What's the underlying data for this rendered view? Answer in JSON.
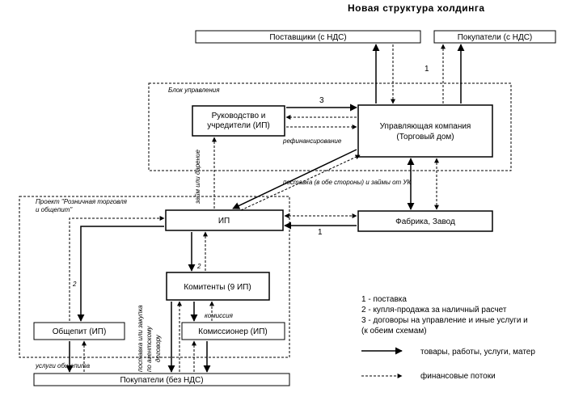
{
  "title": "Новая структура холдинга",
  "nodes": {
    "suppliers": "Поставщики (с НДС)",
    "buyers_vat": "Покупатели (с НДС)",
    "management": "Руководство и учредители (ИП)",
    "management_l1": "Руководство и",
    "management_l2": "учредители (ИП)",
    "mgmt_company_l1": "Управляющая компания",
    "mgmt_company_l2": "(Торговый дом)",
    "ip": "ИП",
    "factory": "Фабрика, Завод",
    "consignors": "Комитенты (9 ИП)",
    "catering": "Общепит (ИП)",
    "commission_agent": "Комиссионер (ИП)",
    "buyers_novat": "Покупатели (без НДС)"
  },
  "regions": {
    "management_block": "Блок управления",
    "project_l1": "Проект \"Розничная торговля",
    "project_l2": "и общепит\""
  },
  "edge_labels": {
    "n1_top": "1",
    "n3": "3",
    "refinancing": "рефинансирование",
    "loans_vertical": "займ или дарение",
    "supply_loans": "поставка (в обе стороны) и займы от УК",
    "n1_mid": "1",
    "n2_left": "2",
    "n2_mid": "2",
    "commission": "комиссия",
    "supply_purchase_l1": "поставка или закупка",
    "supply_purchase_l2": "по агентскому",
    "supply_purchase_l3": "договору",
    "catering_services": "услуги общепита"
  },
  "legend": {
    "item1": "1 - поставка",
    "item2": "2 - купля-продажа за наличный расчет",
    "item3_l1": "3 - договоры на управление и иные услуги и",
    "item3_l2": "(к обеим схемам)",
    "solid_line": "товары, работы, услуги, матер",
    "dashed_line": "финансовые потоки"
  }
}
